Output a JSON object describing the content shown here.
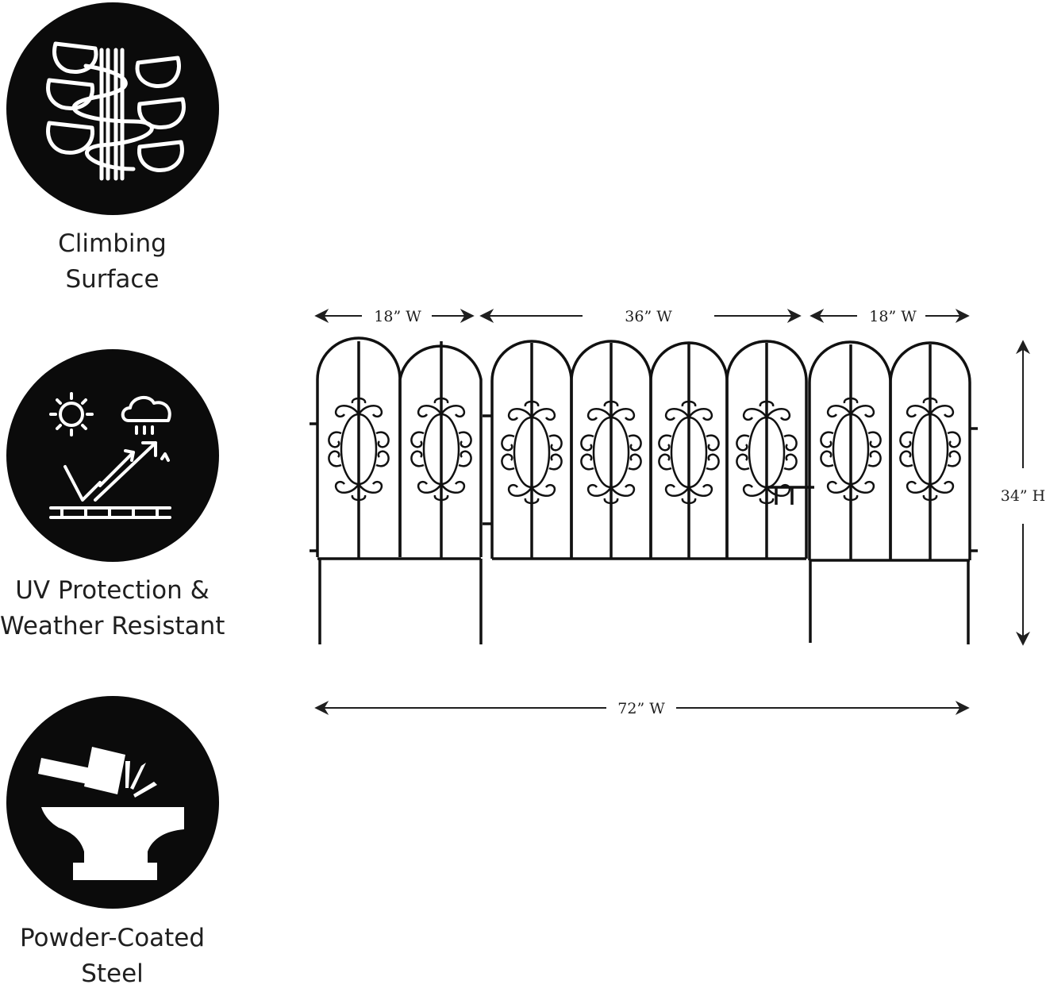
{
  "features": [
    {
      "icon": "climbing-vine-icon",
      "label_line1": "Climbing",
      "label_line2": "Surface"
    },
    {
      "icon": "uv-weather-icon",
      "label_line1": "UV Protection &",
      "label_line2": "Weather Resistant"
    },
    {
      "icon": "anvil-hammer-icon",
      "label_line1": "Powder-Coated",
      "label_line2": "Steel"
    }
  ],
  "dimensions": {
    "left_panel_width": "18” W",
    "middle_panel_width": "36” W",
    "right_panel_width": "18” W",
    "height": "34” H",
    "total_width": "72” W"
  },
  "colors": {
    "badge": "#0b0b0b",
    "fence": "#111111",
    "text": "#1f1f1f"
  }
}
